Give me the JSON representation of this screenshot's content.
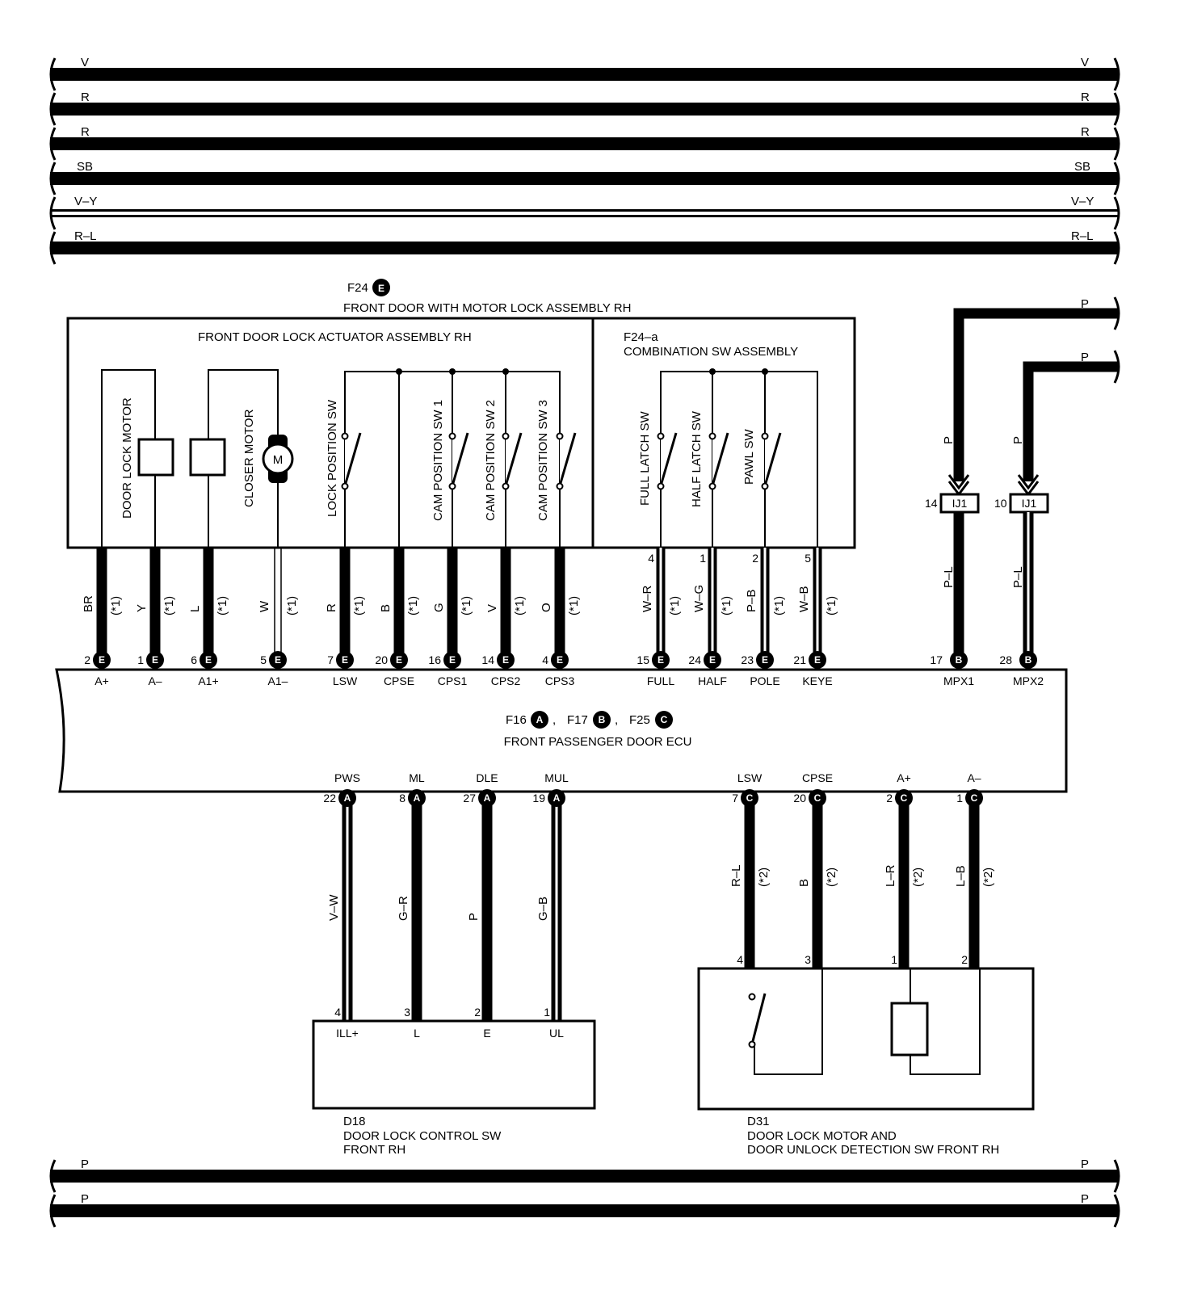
{
  "buses_top": [
    "V",
    "R",
    "R",
    "SB",
    "V–Y",
    "R–L"
  ],
  "buses_bottom": [
    "P",
    "P"
  ],
  "assembly": {
    "ref": "F24",
    "connector": "E",
    "title": "FRONT DOOR WITH MOTOR LOCK ASSEMBLY RH",
    "actuator_title": "FRONT DOOR LOCK ACTUATOR ASSEMBLY RH",
    "combo_ref": "F24–a",
    "combo_title": "COMBINATION SW ASSEMBLY",
    "components": [
      "DOOR LOCK MOTOR",
      "CLOSER MOTOR",
      "LOCK POSITION SW",
      "CAM POSITION SW 1",
      "CAM POSITION SW 2",
      "CAM POSITION SW 3",
      "FULL LATCH SW",
      "HALF LATCH SW",
      "PAWL SW"
    ],
    "motor_symbol": "M"
  },
  "upper_wires": [
    {
      "color": "BR",
      "note": "(*1)",
      "pin": "2",
      "conn": "E",
      "term": "A+"
    },
    {
      "color": "Y",
      "note": "(*1)",
      "pin": "1",
      "conn": "E",
      "term": "A–"
    },
    {
      "color": "L",
      "note": "(*1)",
      "pin": "6",
      "conn": "E",
      "term": "A1+"
    },
    {
      "color": "W",
      "note": "(*1)",
      "pin": "5",
      "conn": "E",
      "term": "A1–"
    },
    {
      "color": "R",
      "note": "(*1)",
      "pin": "7",
      "conn": "E",
      "term": "LSW"
    },
    {
      "color": "B",
      "note": "(*1)",
      "pin": "20",
      "conn": "E",
      "term": "CPSE"
    },
    {
      "color": "G",
      "note": "(*1)",
      "pin": "16",
      "conn": "E",
      "term": "CPS1"
    },
    {
      "color": "V",
      "note": "(*1)",
      "pin": "14",
      "conn": "E",
      "term": "CPS2"
    },
    {
      "color": "O",
      "note": "(*1)",
      "pin": "4",
      "conn": "E",
      "term": "CPS3"
    },
    {
      "color": "W–R",
      "note": "(*1)",
      "pin": "15",
      "conn": "E",
      "term": "FULL",
      "sw_pin": "4"
    },
    {
      "color": "W–G",
      "note": "(*1)",
      "pin": "24",
      "conn": "E",
      "term": "HALF",
      "sw_pin": "1"
    },
    {
      "color": "P–B",
      "note": "(*1)",
      "pin": "23",
      "conn": "E",
      "term": "POLE",
      "sw_pin": "2"
    },
    {
      "color": "W–B",
      "note": "(*1)",
      "pin": "21",
      "conn": "E",
      "term": "KEYE",
      "sw_pin": "5"
    }
  ],
  "mpx": [
    {
      "bus": "P",
      "wire_in": "P",
      "junction": "IJ1",
      "jpin": "14",
      "wire_out": "P–L",
      "pin": "17",
      "conn": "B",
      "term": "MPX1"
    },
    {
      "bus": "P",
      "wire_in": "P",
      "junction": "IJ1",
      "jpin": "10",
      "wire_out": "P–L",
      "pin": "28",
      "conn": "B",
      "term": "MPX2"
    }
  ],
  "ecu": {
    "refs": [
      {
        "ref": "F16",
        "conn": "A"
      },
      {
        "ref": "F17",
        "conn": "B"
      },
      {
        "ref": "F25",
        "conn": "C"
      }
    ],
    "separator": ",",
    "title": "FRONT PASSENGER DOOR ECU"
  },
  "lower_wires": [
    {
      "term": "PWS",
      "pin": "22",
      "conn": "A",
      "color": "V–W",
      "end_pin": "4",
      "end_term": "ILL+"
    },
    {
      "term": "ML",
      "pin": "8",
      "conn": "A",
      "color": "G–R",
      "end_pin": "3",
      "end_term": "L"
    },
    {
      "term": "DLE",
      "pin": "27",
      "conn": "A",
      "color": "P",
      "end_pin": "2",
      "end_term": "E"
    },
    {
      "term": "MUL",
      "pin": "19",
      "conn": "A",
      "color": "G–B",
      "end_pin": "1",
      "end_term": "UL"
    },
    {
      "term": "LSW",
      "pin": "7",
      "conn": "C",
      "color": "R–L",
      "note": "(*2)",
      "end_pin": "4"
    },
    {
      "term": "CPSE",
      "pin": "20",
      "conn": "C",
      "color": "B",
      "note": "(*2)",
      "end_pin": "3"
    },
    {
      "term": "A+",
      "pin": "2",
      "conn": "C",
      "color": "L–R",
      "note": "(*2)",
      "end_pin": "1"
    },
    {
      "term": "A–",
      "pin": "1",
      "conn": "C",
      "color": "L–B",
      "note": "(*2)",
      "end_pin": "2"
    }
  ],
  "d18": {
    "ref": "D18",
    "title1": "DOOR LOCK CONTROL SW",
    "title2": "FRONT RH"
  },
  "d31": {
    "ref": "D31",
    "title1": "DOOR LOCK MOTOR AND",
    "title2": "DOOR UNLOCK DETECTION SW FRONT RH"
  }
}
